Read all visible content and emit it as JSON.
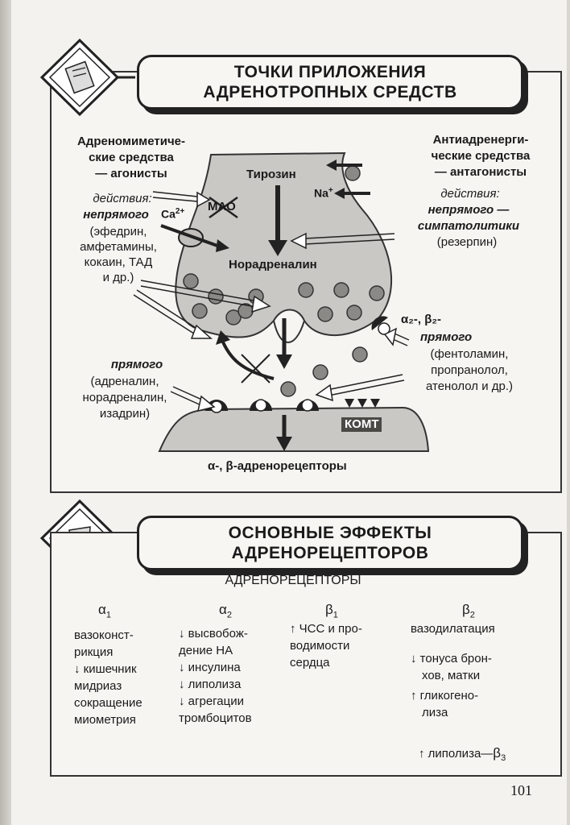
{
  "section1": {
    "title_line1": "ТОЧКИ ПРИЛОЖЕНИЯ",
    "title_line2": "АДРЕНОТРОПНЫХ СРЕДСТВ",
    "agonists": [
      "Адреномиметиче-",
      "ские средства",
      "— агонисты"
    ],
    "antagonists": [
      "Антиадренерги-",
      "ческие средства",
      "— антагонисты"
    ],
    "actions_label": "действия:",
    "indirect_label": "непрямого",
    "indirect_agonist_examples": [
      "(эфедрин,",
      "амфетамины,",
      "кокаин, ТАД",
      "и др.)"
    ],
    "indirect_antagonist": "непрямого —",
    "sympatholytics": "симпатолитики",
    "reserpine": "(резерпин)",
    "direct_label": "прямого",
    "direct_agonist_examples": [
      "(адреналин,",
      "норадреналин,",
      "изадрин)"
    ],
    "direct_antagonist_examples": [
      "(фентоламин,",
      "пропранолол,",
      "атенолол и др.)"
    ],
    "alpha_beta2": "α₂-, β₂-",
    "tyrosine": "Тирозин",
    "noradrenaline": "Норадреналин",
    "mao": "МАО",
    "ca": "Ca",
    "ca_charge": "2+",
    "na": "Na",
    "na_charge": "+",
    "comt": "КОМТ",
    "receptors": "α-, β-адренорецепторы"
  },
  "section2": {
    "title_line1": "ОСНОВНЫЕ ЭФФЕКТЫ",
    "title_line2": "АДРЕНОРЕЦЕПТОРОВ",
    "root": "АДРЕНОРЕЦЕПТОРЫ",
    "alpha1": {
      "label": "α",
      "sub": "1",
      "effects": [
        "вазоконст-",
        "рикция",
        "↓ кишечник",
        "мидриаз",
        "сокращение",
        "миометрия"
      ]
    },
    "alpha2": {
      "label": "α",
      "sub": "2",
      "effects": [
        "↓ высвобож-",
        "дение НА",
        "↓ инсулина",
        "↓ липолиза",
        "↓ агрегации",
        "тромбоцитов"
      ]
    },
    "beta1": {
      "label": "β",
      "sub": "1",
      "effects": [
        "↑ ЧСС и про-",
        "водимости",
        "сердца"
      ]
    },
    "beta2": {
      "label": "β",
      "sub": "2",
      "effects": [
        "вазодилатация",
        "↓ тонуса брон-",
        "хов, матки",
        "↑ гликогено-",
        "лиза"
      ]
    },
    "beta3_effect": "↑ липолиза—",
    "beta3": {
      "label": "β",
      "sub": "3"
    }
  },
  "page_number": "101"
}
